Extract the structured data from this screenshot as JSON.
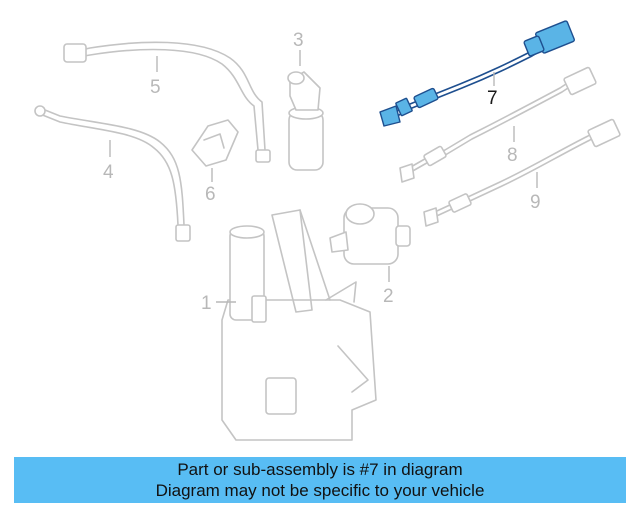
{
  "callouts": {
    "c1": "1",
    "c2": "2",
    "c3": "3",
    "c4": "4",
    "c5": "5",
    "c6": "6",
    "c7": "7",
    "c8": "8",
    "c9": "9"
  },
  "banner": {
    "line1": "Part or sub-assembly is #7 in diagram",
    "line2": "Diagram may not be specific to your vehicle"
  },
  "colors": {
    "highlight": "#5ab4e6",
    "banner": "#58bdf4",
    "part_outline": "#c4c4c4"
  }
}
